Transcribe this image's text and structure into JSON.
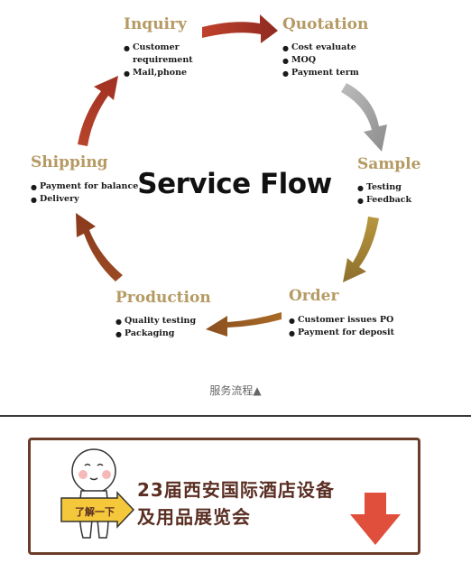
{
  "center_title": "Service Flow",
  "stages": [
    {
      "title": "Inquiry",
      "items": [
        "Customer requirement",
        "Mail,phone"
      ]
    },
    {
      "title": "Quotation",
      "items": [
        "Cost evaluate",
        "MOQ",
        "Payment term"
      ]
    },
    {
      "title": "Sample",
      "items": [
        "Testing",
        "Feedback"
      ]
    },
    {
      "title": "Order",
      "items": [
        "Customer issues PO",
        "Payment for deposit"
      ]
    },
    {
      "title": "Production",
      "items": [
        "Quality testing",
        "Packaging"
      ]
    },
    {
      "title": "Shipping",
      "items": [
        "Payment for balance",
        "Delivery"
      ]
    }
  ],
  "caption": "服务流程▲",
  "banner": {
    "line1": "23届西安国际酒店设备",
    "line2": "及用品展览会",
    "tag": "了解一下"
  },
  "colors": {
    "title": "#b59a63",
    "arrow_red": "#b0392a",
    "arrow_gray": "#a8a8a8",
    "arrow_gold": "#a8883c",
    "arrow_brown": "#9a5a28",
    "banner_border": "#6b3c2a",
    "banner_arrow": "#e04e3c"
  }
}
